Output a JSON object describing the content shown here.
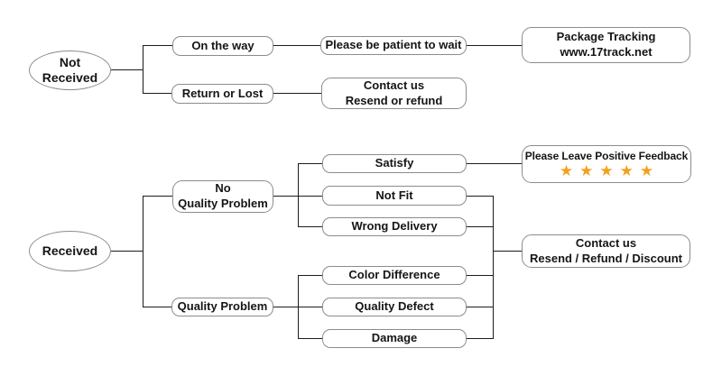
{
  "diagram": {
    "type": "flowchart",
    "description": "Customer service after-sale decision flowchart",
    "colors": {
      "background": "#ffffff",
      "connector_line": "#1c1c1c",
      "node_border": "#8c8c8c",
      "node_fill": "#ffffff",
      "text": "#151515",
      "star": "#f2a11d"
    },
    "nodes": {
      "not_received": "Not\nReceived",
      "received": "Received",
      "on_the_way": "On the way",
      "return_or_lost": "Return or Lost",
      "please_be_patient": "Please be patient to wait",
      "package_tracking": "Package Tracking\nwww.17track.net",
      "contact_resend_refund": "Contact us\nResend or refund",
      "no_quality_problem": "No\nQuality Problem",
      "quality_problem": "Quality Problem",
      "satisfy": "Satisfy",
      "not_fit": "Not Fit",
      "wrong_delivery": "Wrong Delivery",
      "color_difference": "Color Difference",
      "quality_defect": "Quality Defect",
      "damage": "Damage",
      "positive_feedback": "Please Leave Positive Feedback",
      "feedback_stars": "★★★★★",
      "contact_resend_refund_discount": "Contact us\nResend / Refund / Discount"
    },
    "edges": [
      "Not Received -> On the way",
      "Not Received -> Return or Lost",
      "On the way -> Please be patient to wait",
      "Please be patient to wait -> Package Tracking www.17track.net",
      "Return or Lost -> Contact us Resend or refund",
      "Received -> No Quality Problem",
      "Received -> Quality Problem",
      "No Quality Problem -> Satisfy",
      "No Quality Problem -> Not Fit",
      "No Quality Problem -> Wrong Delivery",
      "Quality Problem -> Color Difference",
      "Quality Problem -> Quality Defect",
      "Quality Problem -> Damage",
      "Satisfy -> Please Leave Positive Feedback",
      "Not Fit -> Contact us Resend / Refund / Discount",
      "Wrong Delivery -> Contact us Resend / Refund / Discount",
      "Color Difference -> Contact us Resend / Refund / Discount",
      "Quality Defect -> Contact us Resend / Refund / Discount",
      "Damage -> Contact us Resend / Refund / Discount"
    ]
  }
}
